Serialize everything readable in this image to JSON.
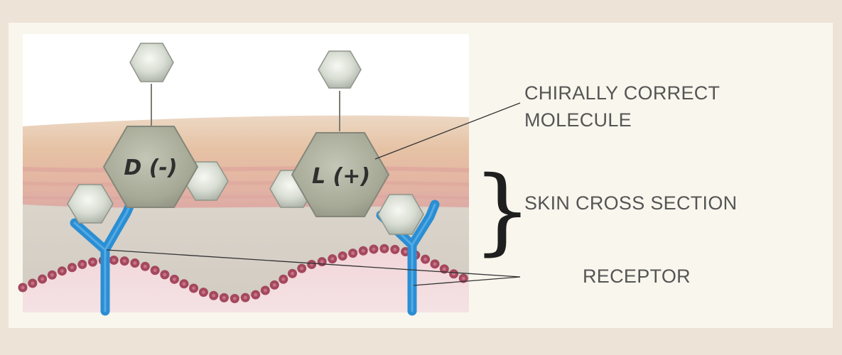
{
  "molecules": {
    "left": {
      "label": "D (-)"
    },
    "right": {
      "label": "L (+)"
    }
  },
  "annotations": {
    "chiral_line1": "CHIRALLY CORRECT",
    "chiral_line2": "MOLECULE",
    "skin": "SKIN CROSS SECTION",
    "brace": "}",
    "receptor": "RECEPTOR"
  },
  "colors": {
    "frame": "#ede3d6",
    "panel": "#f9f6ed",
    "receptor": "#2b8ed3",
    "membrane": "#a4485d",
    "hexagon": "#b9bfb3"
  }
}
